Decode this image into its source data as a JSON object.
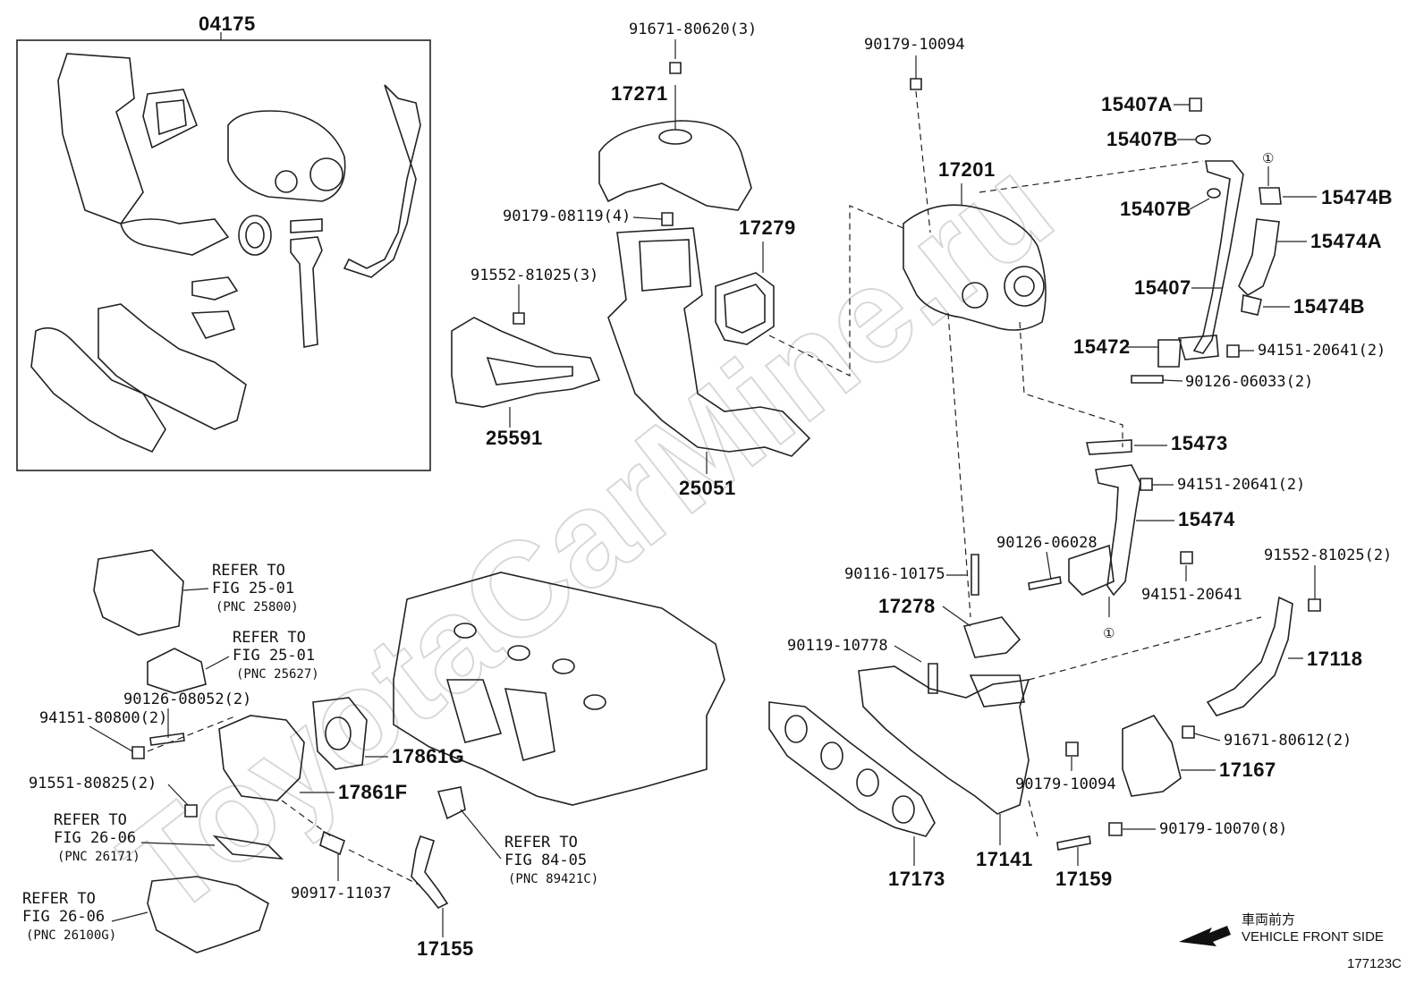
{
  "watermark": "ToyotaCarMine.ru",
  "box_label": "04175",
  "part_numbers": {
    "p17271": "17271",
    "p17279": "17279",
    "p25591": "25591",
    "p25051": "25051",
    "p17201": "17201",
    "p15407A": "15407A",
    "p15407B_1": "15407B",
    "p15407B_2": "15407B",
    "p15474B_1": "15474B",
    "p15474A": "15474A",
    "p15407": "15407",
    "p15474B_2": "15474B",
    "p15472": "15472",
    "p15473": "15473",
    "p15474": "15474",
    "p17278": "17278",
    "p17118": "17118",
    "p17167": "17167",
    "p17173": "17173",
    "p17141": "17141",
    "p17159": "17159",
    "p17861G": "17861G",
    "p17861F": "17861F",
    "p17155": "17155"
  },
  "fasteners": {
    "f91671_80620": "91671-80620(3)",
    "f90179_08119": "90179-08119(4)",
    "f91552_81025_3": "91552-81025(3)",
    "f90179_10094_top": "90179-10094",
    "f94151_20641_2a": "94151-20641(2)",
    "f90126_06033": "90126-06033(2)",
    "f94151_20641_2b": "94151-20641(2)",
    "f90126_06028": "90126-06028",
    "f90116_10175": "90116-10175",
    "f94151_20641": "94151-20641",
    "f91552_81025_2": "91552-81025(2)",
    "f90119_10778": "90119-10778",
    "f91671_80612": "91671-80612(2)",
    "f90179_10094_bot": "90179-10094",
    "f90179_10070": "90179-10070(8)",
    "f90126_08052": "90126-08052(2)",
    "f94151_80800": "94151-80800(2)",
    "f91551_80825": "91551-80825(2)",
    "f90917_11037": "90917-11037"
  },
  "references": {
    "r1": {
      "line1": "REFER TO",
      "line2": "FIG 25-01",
      "pnc": "(PNC 25800)"
    },
    "r2": {
      "line1": "REFER TO",
      "line2": "FIG 25-01",
      "pnc": "(PNC 25627)"
    },
    "r3": {
      "line1": "REFER TO",
      "line2": "FIG 26-06",
      "pnc": "(PNC 26171)"
    },
    "r4": {
      "line1": "REFER TO",
      "line2": "FIG 26-06",
      "pnc": "(PNC 26100G)"
    },
    "r5": {
      "line1": "REFER TO",
      "line2": "FIG 84-05",
      "pnc": "(PNC 89421C)"
    }
  },
  "callout_marker": "①",
  "direction": {
    "japanese": "車両前方",
    "english": "VEHICLE FRONT SIDE"
  },
  "figure_code": "177123C"
}
